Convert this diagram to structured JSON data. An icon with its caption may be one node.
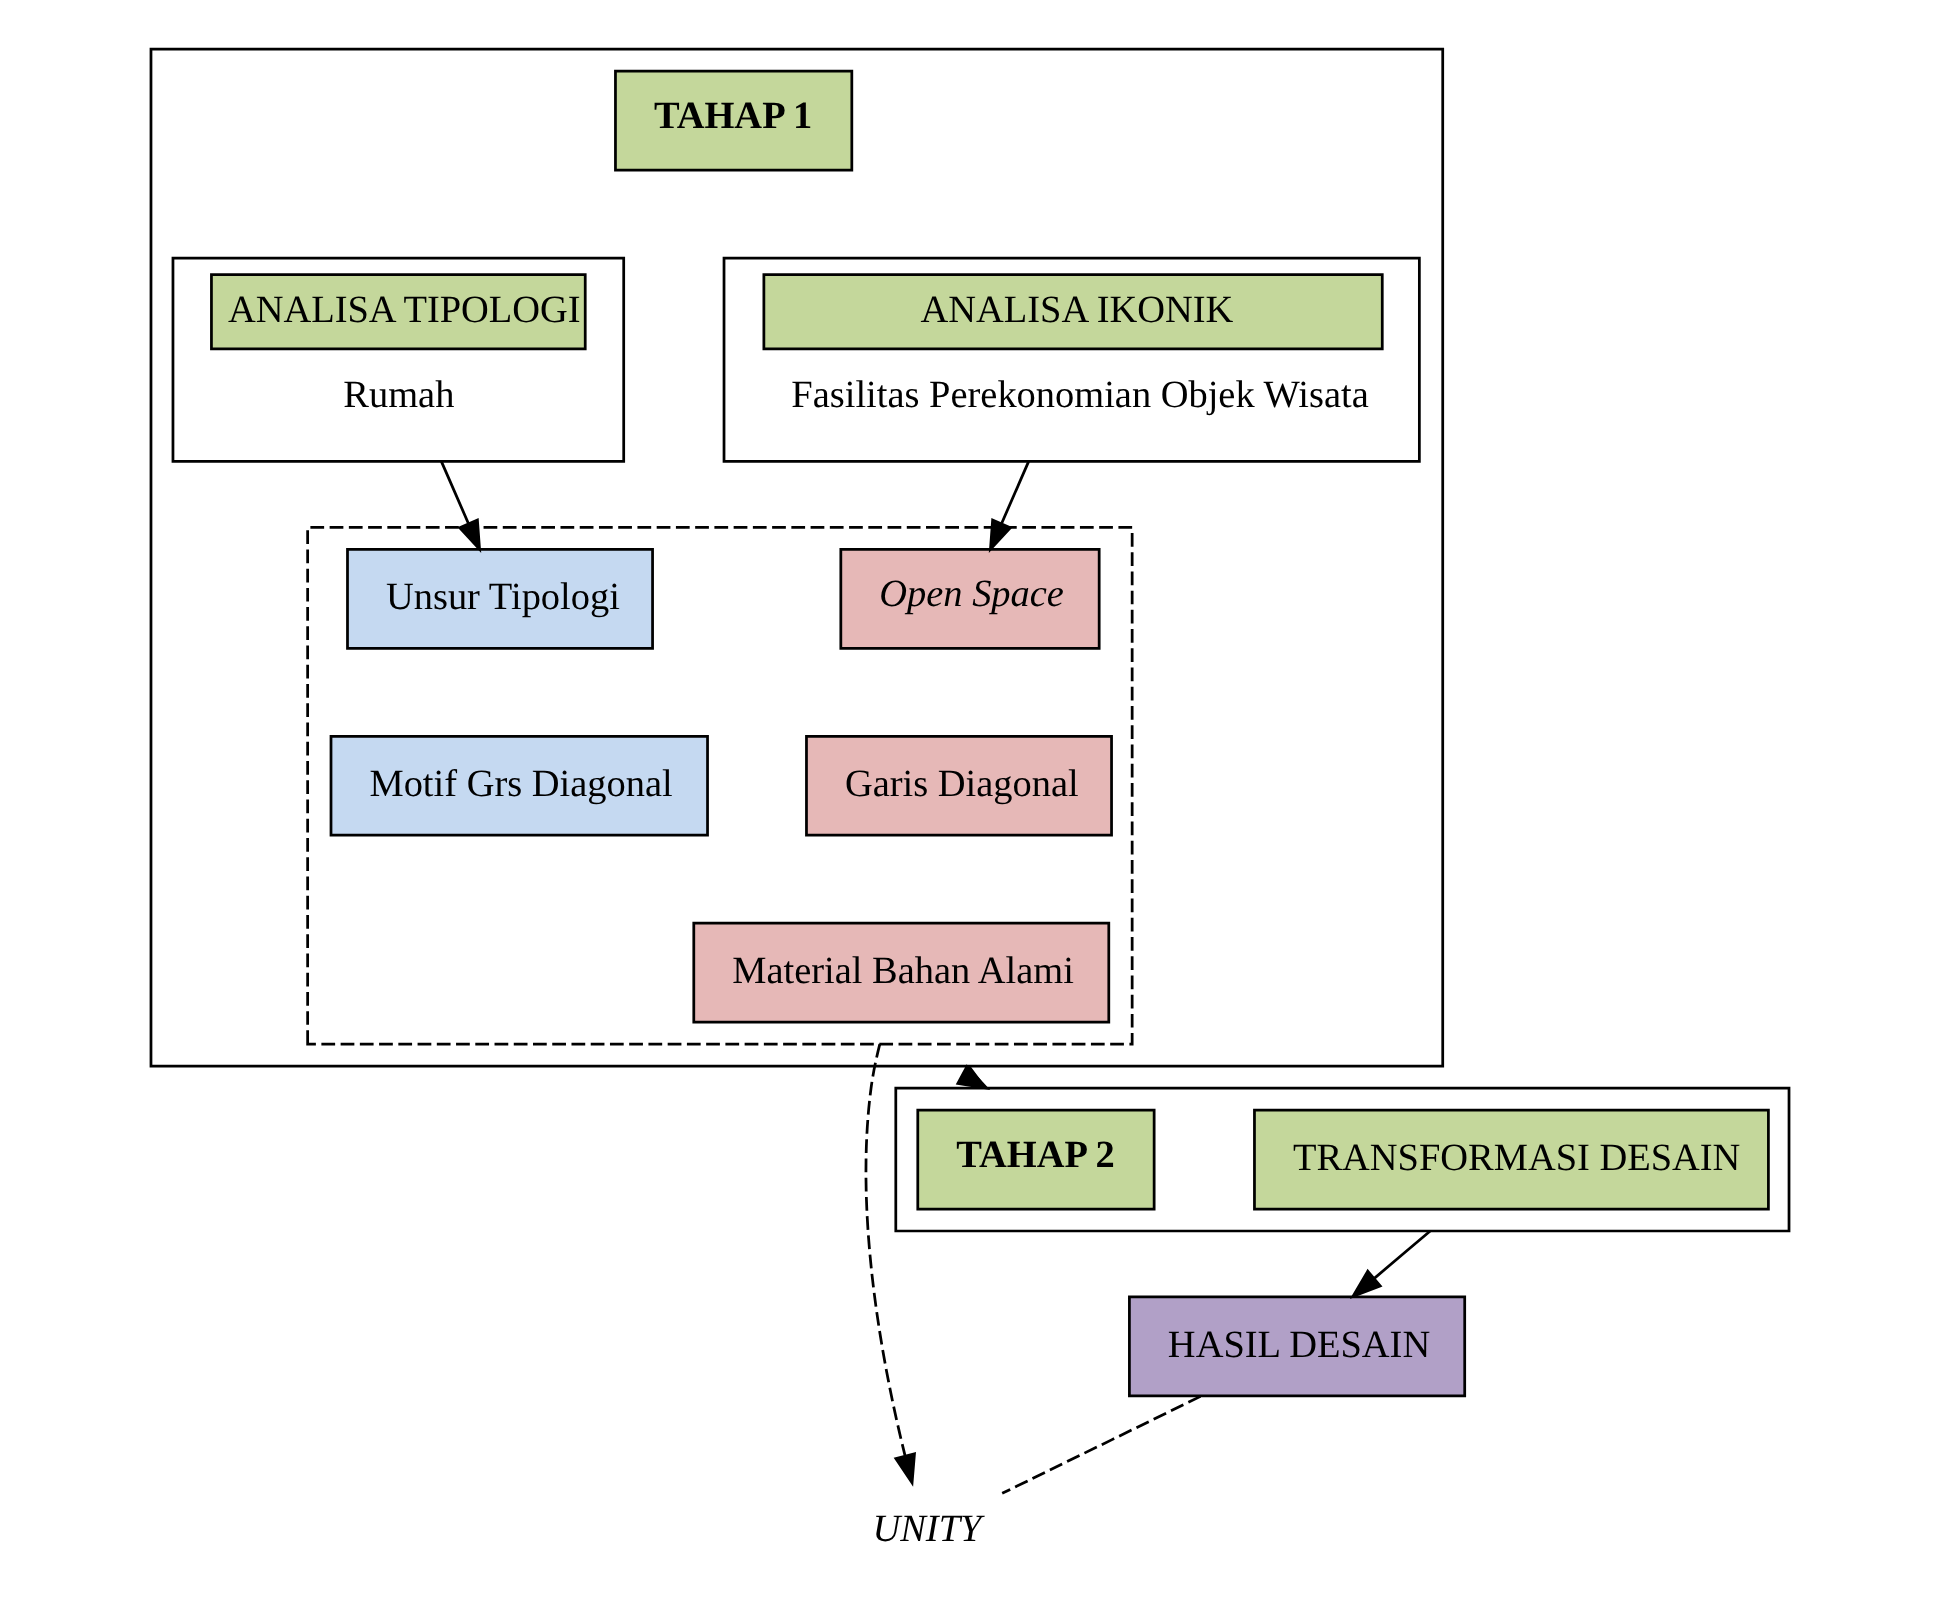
{
  "diagram": {
    "nodes": [
      {
        "text": [],
        "shape": "box"
      },
      {
        "text": [
          "TAHAP 1"
        ],
        "in": 0
      },
      {
        "text": [
          "ANALISA TIPOLOGI",
          "Rumah"
        ],
        "in": 0
      },
      {
        "text": [
          "ANALISA IKONIK",
          "Fasilitas Perekonomian Objek Wisata"
        ],
        "in": 0
      },
      {
        "text": [],
        "shape": "box",
        "in": 0
      },
      {
        "text": [
          "Unsur Tipologi"
        ],
        "in": 4
      },
      {
        "text": [
          "Motif Grs Diagonal"
        ],
        "in": 4
      },
      {
        "text": [
          "Open Space"
        ],
        "in": 4
      },
      {
        "text": [
          "Garis Diagonal"
        ],
        "in": 4
      },
      {
        "text": [
          "Material Bahan Alami"
        ],
        "in": 4
      },
      {
        "text": [
          "UNITY"
        ]
      },
      {
        "text": [],
        "shape": "box"
      },
      {
        "text": [
          "TAHAP 2"
        ],
        "in": 11
      },
      {
        "text": [
          "TRANSFORMASI DESAIN"
        ],
        "in": 11
      },
      {
        "text": [
          "HASIL DESAIN"
        ]
      }
    ],
    "edges": [
      {
        "from": 2,
        "to": 5,
        "arrow": "to"
      },
      {
        "from": 3,
        "to": 7,
        "arrow": "to"
      },
      {
        "from": 4,
        "to": 10,
        "arrow": "to",
        "style": "dashed"
      },
      {
        "from": 0,
        "to": 11,
        "arrow": "to"
      },
      {
        "from": 11,
        "to": 14,
        "arrow": "to"
      },
      {
        "from": 14,
        "to": 10,
        "arrow": "none",
        "style": "dashed"
      }
    ]
  }
}
